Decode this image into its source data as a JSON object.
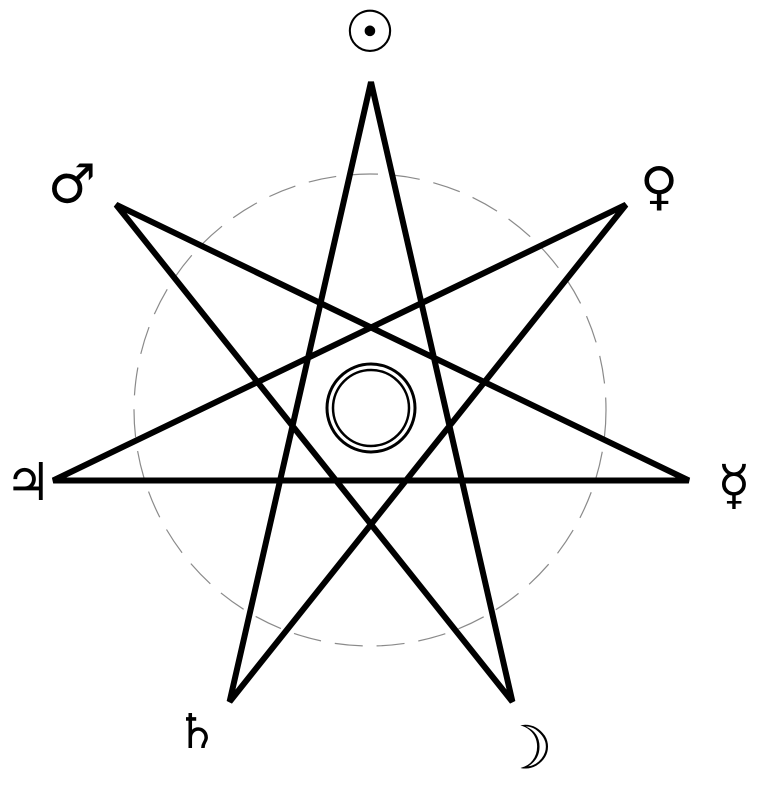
{
  "diagram": {
    "type": "heptagram",
    "description_visible_text": [],
    "colors": {
      "background": "#ffffff",
      "star_stroke": "#000000",
      "guide_circle": "#8a8a8a",
      "inner_circle": "#000000"
    },
    "planets": [
      {
        "key": "sun",
        "symbol": "☉",
        "icon": "sun-symbol-icon"
      },
      {
        "key": "venus",
        "symbol": "♀",
        "icon": "venus-symbol-icon"
      },
      {
        "key": "mercury",
        "symbol": "☿",
        "icon": "mercury-symbol-icon"
      },
      {
        "key": "moon",
        "symbol": "☽",
        "icon": "moon-symbol-icon"
      },
      {
        "key": "saturn",
        "symbol": "♄",
        "icon": "saturn-symbol-icon"
      },
      {
        "key": "jupiter",
        "symbol": "♃",
        "icon": "jupiter-symbol-icon"
      },
      {
        "key": "mars",
        "symbol": "♂",
        "icon": "mars-symbol-icon"
      }
    ]
  }
}
